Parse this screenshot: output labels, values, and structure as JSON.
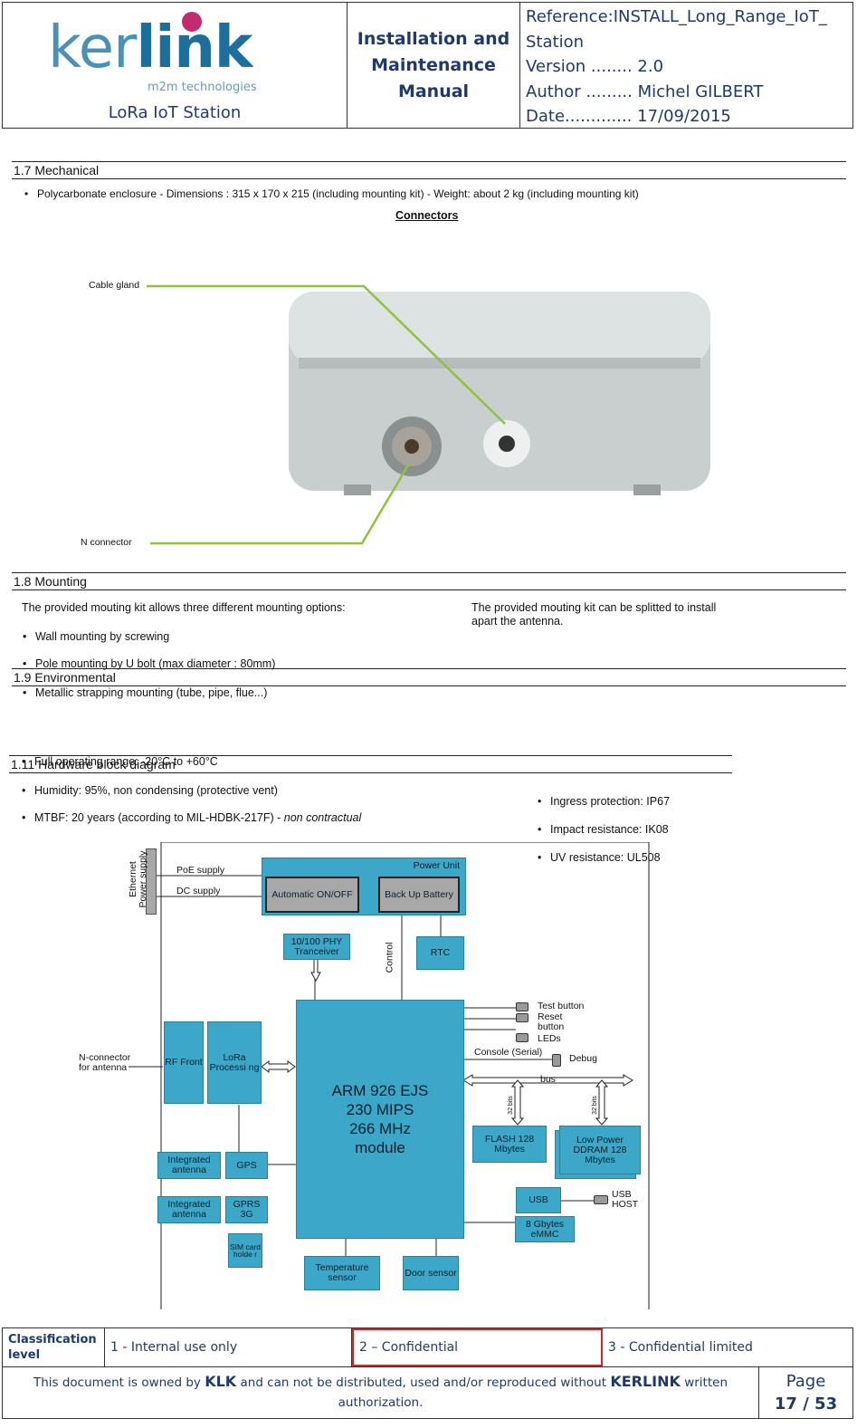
{
  "header": {
    "logo_ker": "ker",
    "logo_link": "link",
    "logo_sub": "m2m technologies",
    "product": "LoRa IoT Station",
    "title_line1": "Installation and",
    "title_line2": "Maintenance",
    "title_line3": "Manual",
    "reference_label": "Reference:",
    "reference_value": "INSTALL_Long_Range_IoT_",
    "reference_value2": "Station",
    "version_label": "Version ........",
    "version_value": "2.0",
    "author_label": "Author .........",
    "author_value": "Michel GILBERT",
    "date_label": "Date.............",
    "date_value": "17/09/2015"
  },
  "mechanical": {
    "heading": "1.7 Mechanical",
    "bullet": "Polycarbonate enclosure - Dimensions : 315 x 170 x 215 (including mounting kit) - Weight: about 2 kg (including mounting kit)",
    "connectors_title": "Connectors",
    "cable_gland_label": "Cable gland",
    "n_connector_label": "N connector"
  },
  "mounting": {
    "heading": "1.8 Mounting",
    "intro": "The provided mouting kit allows three different mounting options:",
    "items": [
      "Wall mounting by screwing",
      "Pole mounting by U bolt (max diameter : 80mm)",
      "Metallic strapping mounting (tube, pipe, flue...)"
    ],
    "side_line1": "The provided mouting kit can be splitted to install",
    "side_line2": "apart the antenna."
  },
  "environmental": {
    "heading": "1.9 Environmental",
    "left_items": [
      "Full operating range: -20°C to +60°C",
      "Humidity: 95%, non condensing (protective vent)"
    ],
    "mtbf": "MTBF: 20 years (according to MIL-HDBK-217F) - ",
    "mtbf_italic": "non contractual",
    "right_items": [
      "Ingress protection: IP67",
      "Impact resistance: IK08",
      "UV resistance: UL508"
    ]
  },
  "hardware": {
    "heading": "1.11 Hardware block diagram",
    "ethernet": "Ethernet Power supply",
    "poe": "PoE supply",
    "dc": "DC supply",
    "power_unit": "Power Unit",
    "auto_onoff": "Automatic ON/OFF",
    "backup": "Back Up Battery",
    "phy": "10/100 PHY Tranceiver",
    "control": "Control",
    "rtc": "RTC",
    "test_button": "Test button",
    "reset_button": "Reset button",
    "leds": "LEDs",
    "console": "Console (Serial)",
    "debug": "Debug",
    "bus": "bus",
    "rf_front": "RF Front",
    "lora_proc": "LoRa Processi ng",
    "n_conn": "N-connector for antenna",
    "arm_l1": "ARM 926 EJS",
    "arm_l2": "230 MIPS",
    "arm_l3": "266 MHz",
    "arm_l4": "module",
    "bits1": "32 bits",
    "bits2": "32 bits",
    "flash": "FLASH 128 Mbytes",
    "ddram": "Low Power DDRAM 128 Mbytes",
    "int_ant1": "Integrated antenna",
    "gps": "GPS",
    "int_ant2": "Integrated antenna",
    "gprs": "GPRS 3G",
    "usb": "USB",
    "usb_host": "USB HOST",
    "emmc": "8 Gbytes eMMC",
    "sim": "SIM card holde r",
    "temp": "Temperature sensor",
    "door": "Door sensor"
  },
  "footer": {
    "classification": "Classification level",
    "opt1": "1 - Internal use only",
    "opt2": "2 – Confidential",
    "opt3": "3 - Confidential limited",
    "owned_pre": "This document is owned by ",
    "owned_klk": "KLK",
    "owned_mid": " and can not be distributed, used and/or reproduced  without ",
    "owned_kerlink": "KERLINK",
    "owned_post": " written",
    "authorization": "authorization.",
    "page_label": "Page",
    "page_value": "17 / 53"
  },
  "colors": {
    "accent": "#1f3a68",
    "block": "#3ca7c8",
    "highlight": "#e02020",
    "callout": "#8cc43c"
  }
}
